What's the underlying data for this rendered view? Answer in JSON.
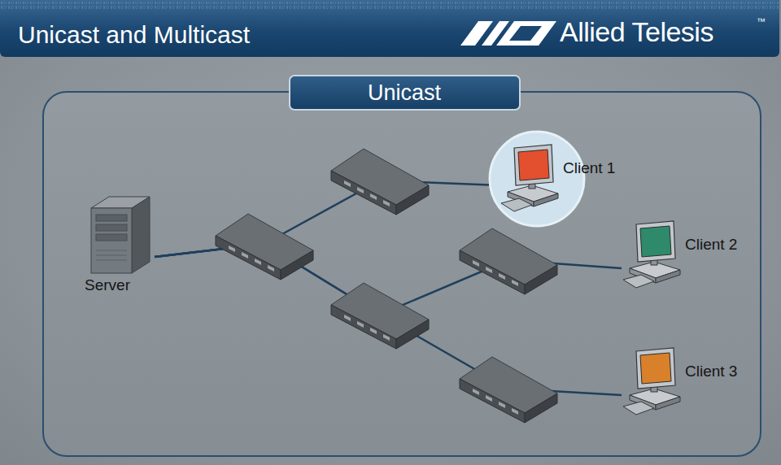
{
  "diagram": {
    "title": "Unicast and Multicast",
    "nodes": [
      {
        "text": [
          "Unicast"
        ]
      },
      {
        "text": [
          "Server"
        ]
      },
      {
        "text": [
          "Client 1"
        ]
      },
      {
        "text": [
          "Client 2"
        ]
      },
      {
        "text": [
          "Client 3"
        ]
      }
    ],
    "edges": [
      {
        "from": 1,
        "to": 2,
        "arrow": "none"
      },
      {
        "from": 1,
        "to": 3,
        "arrow": "none"
      },
      {
        "from": 1,
        "to": 4,
        "arrow": "none"
      }
    ],
    "labels": [
      "Allied Telesis",
      "™"
    ]
  }
}
